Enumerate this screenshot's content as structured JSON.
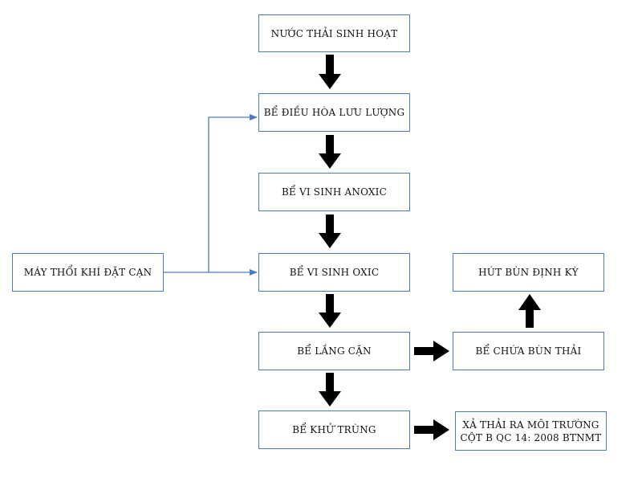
{
  "nodes": {
    "nuoc_thai": "NƯỚC THẢI SINH HOẠT",
    "dieu_hoa": "BỂ ĐIỀU HÒA LƯU LƯỢNG",
    "anoxic": "BỂ VI SINH ANOXIC",
    "oxic": "BỂ VI SINH OXIC",
    "lang_can": "BỂ LẮNG CẶN",
    "khu_trung": "BỂ KHỬ TRÙNG",
    "may_thoi_khi": "MÁY THỔI KHÍ ĐẶT CẠN",
    "hut_bun": "HÚT BÙN ĐỊNH KỲ",
    "chua_bun": "BỂ CHỨA BÙN THẢI",
    "xa_thai": "XẢ THẢI RA MÔI TRƯỜNG\nCỘT B QC 14: 2008 BTNMT"
  },
  "colors": {
    "box_border": "#4a7cc0",
    "air_line": "#4a7cc0",
    "flow_arrow": "#000000"
  }
}
